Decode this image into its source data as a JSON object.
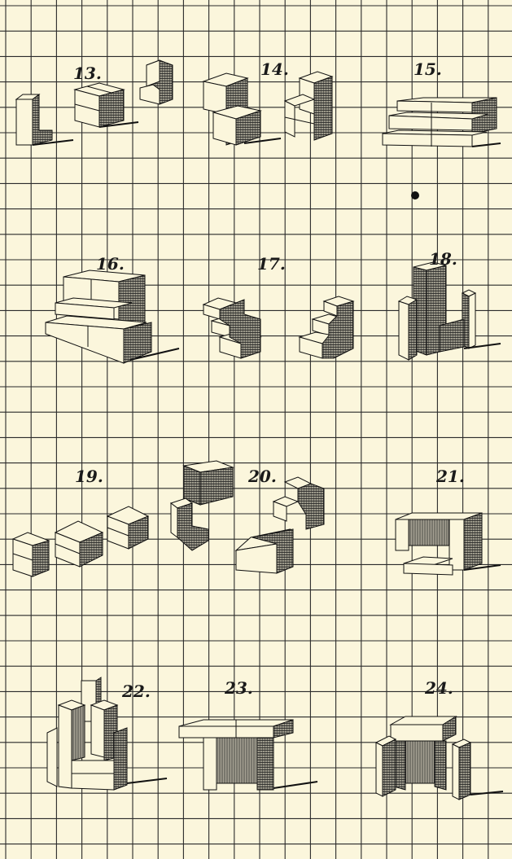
{
  "figures": [
    {
      "id": "fig-13",
      "label": "13."
    },
    {
      "id": "fig-14",
      "label": "14."
    },
    {
      "id": "fig-15",
      "label": "15."
    },
    {
      "id": "fig-16",
      "label": "16."
    },
    {
      "id": "fig-17",
      "label": "17."
    },
    {
      "id": "fig-18",
      "label": "18."
    },
    {
      "id": "fig-19",
      "label": "19."
    },
    {
      "id": "fig-20",
      "label": "20."
    },
    {
      "id": "fig-21",
      "label": "21."
    },
    {
      "id": "fig-22",
      "label": "22."
    },
    {
      "id": "fig-23",
      "label": "23."
    },
    {
      "id": "fig-24",
      "label": "24."
    }
  ],
  "colors": {
    "paper": "#fbf6dc",
    "ink": "#1a1a1a",
    "grid": "#2a2a2a"
  }
}
